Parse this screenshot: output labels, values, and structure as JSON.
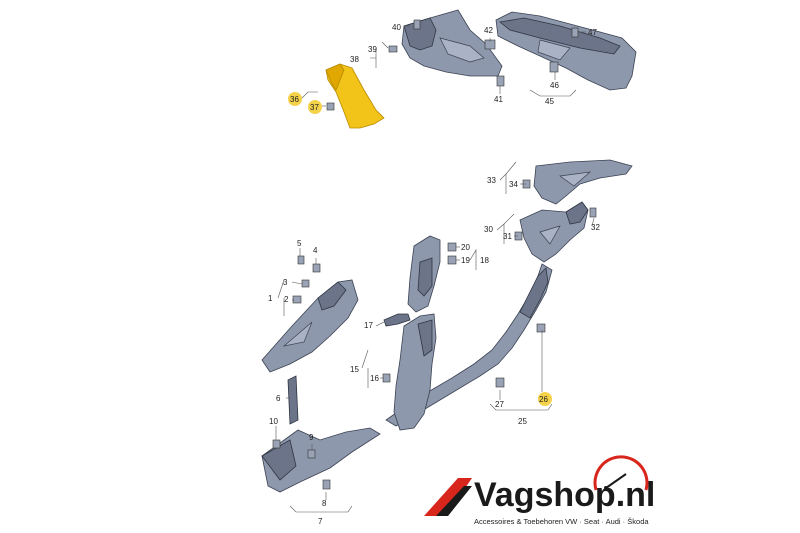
{
  "labels": {
    "l1": "1",
    "l2": "2",
    "l3": "3",
    "l4": "4",
    "l5": "5",
    "l6": "6",
    "l7": "7",
    "l8": "8",
    "l9": "9",
    "l10": "10",
    "l15": "15",
    "l16": "16",
    "l17": "17",
    "l18": "18",
    "l19": "19",
    "l20": "20",
    "l25": "25",
    "l26": "26",
    "l27": "27",
    "l30": "30",
    "l31": "31",
    "l32": "32",
    "l33": "33",
    "l34": "34",
    "l36": "36",
    "l37": "37",
    "l38": "38",
    "l39": "39",
    "l40": "40",
    "l41": "41",
    "l42": "42",
    "l45": "45",
    "l46": "46",
    "l47": "47"
  },
  "highlight_color": "#f2c318",
  "part_color": "#8e98ad",
  "logo": {
    "name": "Vagshop.nl",
    "tagline": "Accessoires & Toebehoren VW · Seat · Audi · Škoda",
    "accent": "#d8261c"
  }
}
